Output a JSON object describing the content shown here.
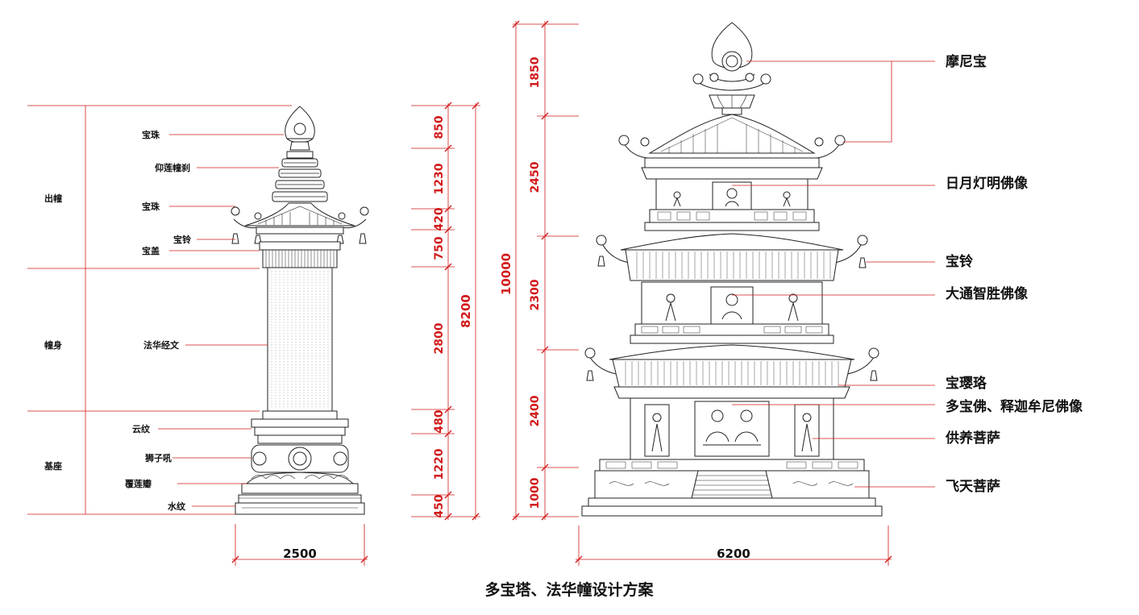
{
  "title": "多宝塔、法华幢设计方案",
  "colors": {
    "dimension": "#d21a1a",
    "leader": "#d21a1a",
    "linework": "#222222"
  },
  "pillar": {
    "sections": [
      "出幢",
      "幢身",
      "基座"
    ],
    "parts": [
      "宝珠",
      "仰莲幢刹",
      "宝珠",
      "宝铃",
      "宝盖",
      "法华经文",
      "云纹",
      "狮子吼",
      "覆莲瓣",
      "水纹"
    ],
    "heights": [
      "850",
      "1230",
      "420",
      "750",
      "2800",
      "480",
      "1220",
      "450"
    ],
    "total_height": "8200",
    "width": "2500"
  },
  "pagoda": {
    "labels": [
      "摩尼宝",
      "日月灯明佛像",
      "宝铃",
      "大通智胜佛像",
      "宝璎珞",
      "多宝佛、释迦牟尼佛像",
      "供养菩萨",
      "飞天菩萨"
    ],
    "heights": [
      "1850",
      "2450",
      "2300",
      "2400",
      "1000"
    ],
    "total_height": "10000",
    "width": "6200"
  }
}
